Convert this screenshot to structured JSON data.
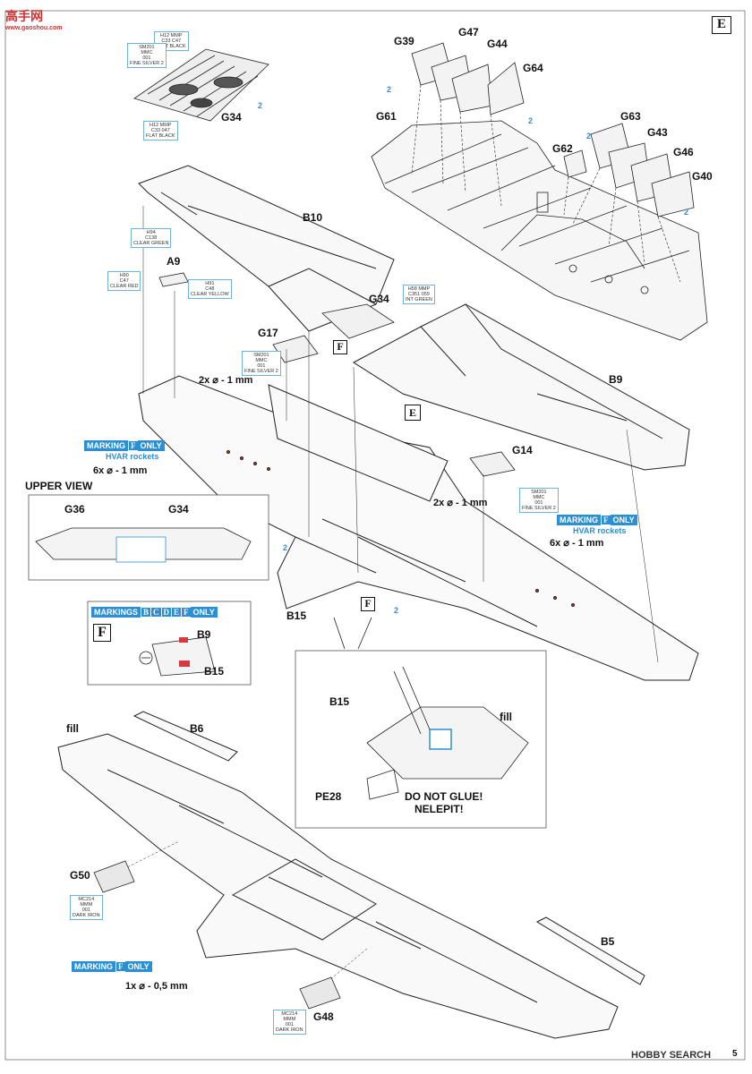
{
  "page": {
    "step_box": "E",
    "page_number": "5"
  },
  "watermarks": {
    "top_left_cn": "高手网",
    "top_left_url": "www.gaoshou.com",
    "bottom_right": "HOBBY SEARCH"
  },
  "parts": {
    "g39": "G39",
    "g47": "G47",
    "g44": "G44",
    "g64": "G64",
    "g61": "G61",
    "g63": "G63",
    "g43": "G43",
    "g62": "G62",
    "g46": "G46",
    "g40": "G40",
    "g34_top": "G34",
    "b10": "B10",
    "a9": "A9",
    "g34_mid": "G34",
    "g17": "G17",
    "b9": "B9",
    "g14": "G14",
    "g36": "G36",
    "g34_up": "G34",
    "b15": "B15",
    "b9_small": "B9",
    "b15_small": "B15",
    "b15_detail": "B15",
    "fill_detail": "fill",
    "pe28": "PE28",
    "fill_wing": "fill",
    "b6": "B6",
    "g50": "G50",
    "b5": "B5",
    "g48": "G48"
  },
  "paints": {
    "seatbelts_top": "H12 MMP\nC33 C47\nFLAT BLACK",
    "seatbelts_fine": "SM201\nMMC\n001\nFINE SILVER 2",
    "seatbelts_bottom": "H12 MMP\nC33 047\nFLAT BLACK",
    "a9_green": "H94\nC138\nCLEAR GREEN",
    "a9_red": "H90\nC47\nCLEAR RED",
    "a9_yellow": "H91\nC48\nCLEAR YELLOW",
    "g34_green": "H58 MMP\nC351 059\nINT GREEN",
    "g17_silver": "SM201\nMMC\n001\nFINE SILVER 2",
    "g14_silver": "SM201\nMMC\n001\nFINE SILVER 2",
    "g50_iron": "MC214\nMMM\n001\nDARK IRON",
    "g48_iron": "MC214\nMMM\n001\nDARK IRON"
  },
  "notes": {
    "marking_f_only": "MARKING",
    "f_letter": "F",
    "only": "ONLY",
    "hvar_rockets": "HVAR rockets",
    "drill_6x_left": "6x ⌀ - 1 mm",
    "drill_6x_right": "6x ⌀ - 1 mm",
    "drill_2x_top": "2x ⌀ - 1 mm",
    "drill_2x_mid": "2x ⌀ - 1 mm",
    "drill_1x": "1x ⌀ - 0,5 mm",
    "upper_view": "UPPER VIEW",
    "markings_bcdef": "MARKINGS",
    "bcdef_letters": [
      "B",
      "C",
      "D",
      "E",
      "F"
    ],
    "do_not_glue": "DO NOT GLUE!",
    "nelepit": "NELEPIT!",
    "callout_e": "E",
    "callout_f1": "F",
    "callout_f2": "F",
    "step_f_box": "F"
  },
  "colors": {
    "accent_blue": "#2b8fd6",
    "ink": "#111111",
    "highlight_red": "#d9383f"
  }
}
